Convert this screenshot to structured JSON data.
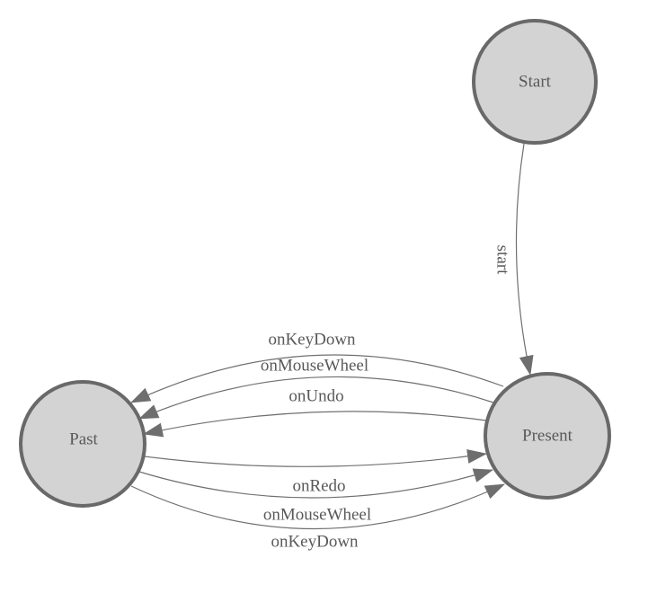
{
  "diagram": {
    "type": "state-machine",
    "nodes": [
      {
        "id": "start",
        "label": "Start"
      },
      {
        "id": "present",
        "label": "Present"
      },
      {
        "id": "past",
        "label": "Past"
      }
    ],
    "edges": [
      {
        "from": "start",
        "to": "present",
        "label": "start",
        "label_orientation": "rotated-90"
      },
      {
        "from": "present",
        "to": "past",
        "label": "onKeyDown",
        "label_orientation": "horizontal"
      },
      {
        "from": "present",
        "to": "past",
        "label": "onMouseWheel",
        "label_orientation": "horizontal"
      },
      {
        "from": "present",
        "to": "past",
        "label": "onUndo",
        "label_orientation": "horizontal"
      },
      {
        "from": "past",
        "to": "present",
        "label": "onRedo",
        "label_orientation": "horizontal"
      },
      {
        "from": "past",
        "to": "present",
        "label": "onMouseWheel",
        "label_orientation": "horizontal"
      },
      {
        "from": "past",
        "to": "present",
        "label": "onKeyDown",
        "label_orientation": "horizontal"
      }
    ],
    "colors": {
      "background": "#ffffff",
      "node_fill": "#d3d3d3",
      "node_border": "#696969",
      "edge_stroke": "#707070",
      "arrow_fill": "#6e6e6e",
      "text": "#595959"
    }
  }
}
